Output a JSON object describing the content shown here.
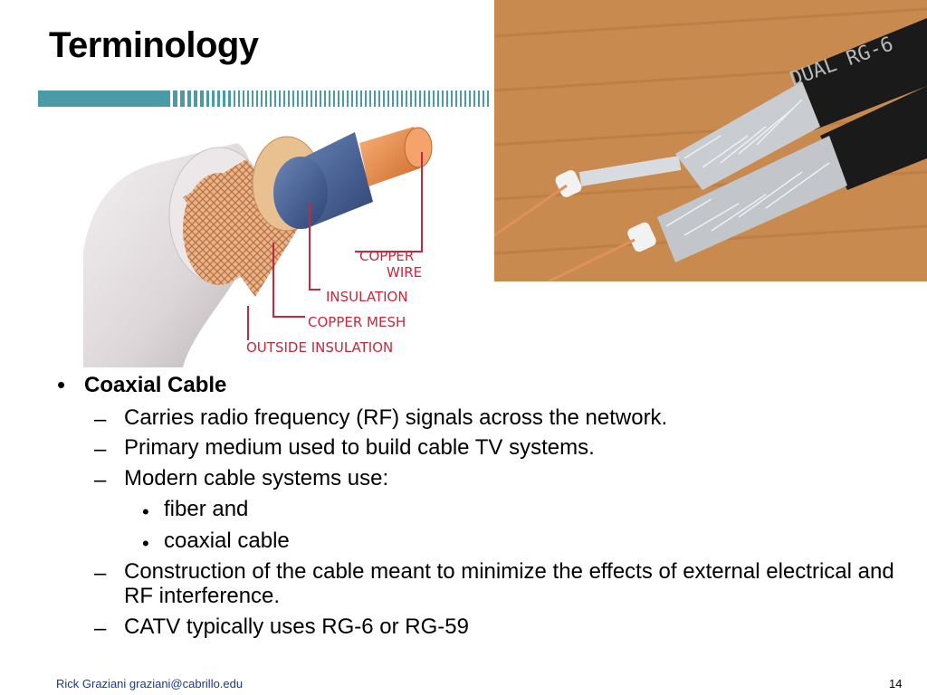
{
  "slide": {
    "title": "Terminology",
    "diagram_labels": {
      "copper_wire": "COPPER\nWIRE",
      "insulation": "INSULATION",
      "copper_mesh": "COPPER MESH",
      "outside_insulation": "OUTSIDE INSULATION"
    },
    "photo_text": "DUAL RG-6",
    "bullet": {
      "heading": "Coaxial Cable",
      "items": [
        "Carries radio frequency (RF) signals across the network.",
        "Primary medium used to build cable TV systems.",
        "Modern cable systems use:",
        "Construction of the cable meant to minimize the effects of external electrical and RF interference.",
        "CATV typically uses RG-6 or RG-59"
      ],
      "subitems": [
        "fiber and",
        "coaxial cable"
      ]
    },
    "footer": "Rick Graziani  graziani@cabrillo.edu",
    "page_number": "14",
    "colors": {
      "stripe": "#4a9aa8",
      "label_red": "#c8283c",
      "copper": "#e07a3a"
    }
  }
}
